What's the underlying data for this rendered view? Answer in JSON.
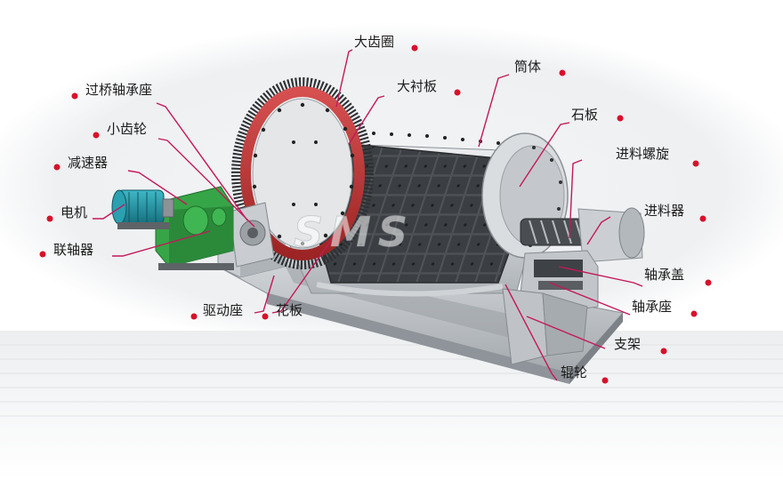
{
  "diagram": {
    "watermark": "SMS",
    "labels": {
      "dachiquan": "大齿圈",
      "tongti": "筒体",
      "dachenban": "大衬板",
      "guoqiao_zhouchengzuo": "过桥轴承座",
      "xiaochilun": "小齿轮",
      "shiban": "石板",
      "jiansuqi": "减速器",
      "jinliao_luoxuan": "进料螺旋",
      "dianji": "电机",
      "jinliaoqi": "进料器",
      "lianzhouqi": "联轴器",
      "zhouchenggai": "轴承盖",
      "zhouchengzuo": "轴承座",
      "qudongzuo": "驱动座",
      "huaban": "花板",
      "zhijia": "支架",
      "gunlun": "辊轮"
    },
    "colors": {
      "leader": "#c4185a",
      "dot": "#d8102a",
      "gear_ring": "#3a3d40",
      "gear_flange": "#c23a3a",
      "drum_body": "#d9dcdf",
      "motor": "#1f8fa0",
      "reducer": "#2e9a3e",
      "frame": "#b9bec3"
    }
  }
}
